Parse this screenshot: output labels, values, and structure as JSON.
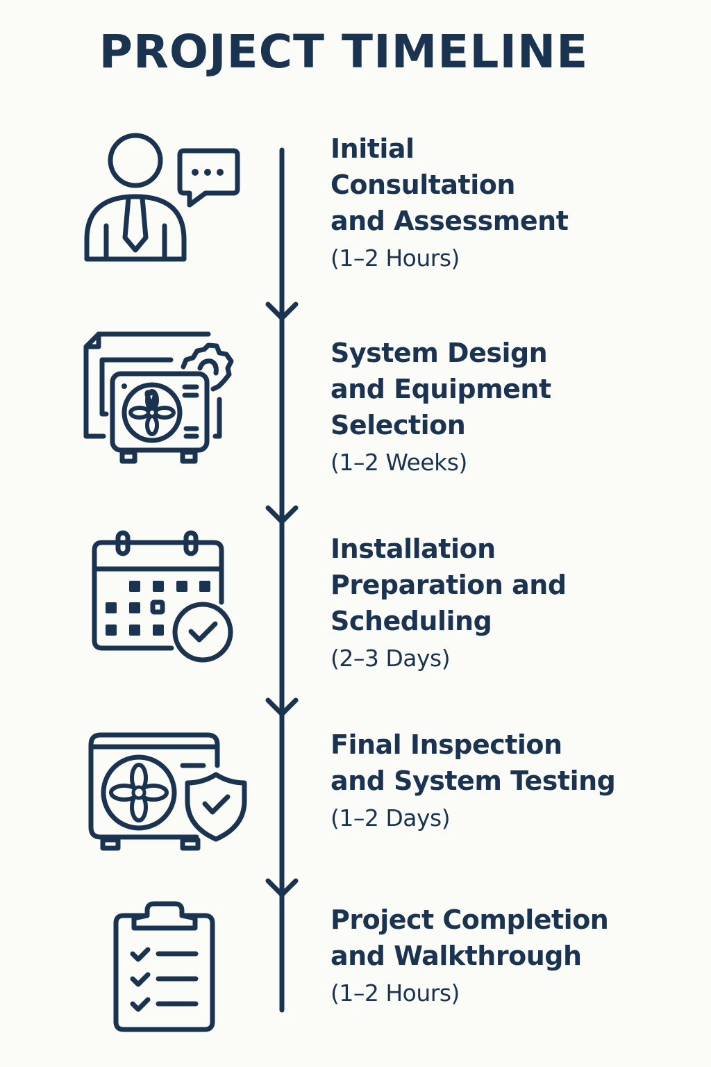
{
  "title": "PROJECT TIMELINE",
  "colors": {
    "primary": "#1a3350",
    "background": "#fbfbf7"
  },
  "steps": [
    {
      "title": "Initial\nConsultation\nand Assessment",
      "duration": "(1–2 Hours)",
      "icon": "consultant-speech-bubble-icon"
    },
    {
      "title": "System Design\nand Equipment\nSelection",
      "duration": "(1–2 Weeks)",
      "icon": "ac-unit-blueprint-gear-icon"
    },
    {
      "title": "Installation\nPreparation and\nScheduling",
      "duration": "(2–3 Days)",
      "icon": "calendar-check-icon"
    },
    {
      "title": "Final Inspection\nand System Testing",
      "duration": "(1–2 Days)",
      "icon": "ac-unit-shield-check-icon"
    },
    {
      "title": "Project Completion\nand Walkthrough",
      "duration": "(1–2 Hours)",
      "icon": "clipboard-checklist-icon"
    }
  ]
}
